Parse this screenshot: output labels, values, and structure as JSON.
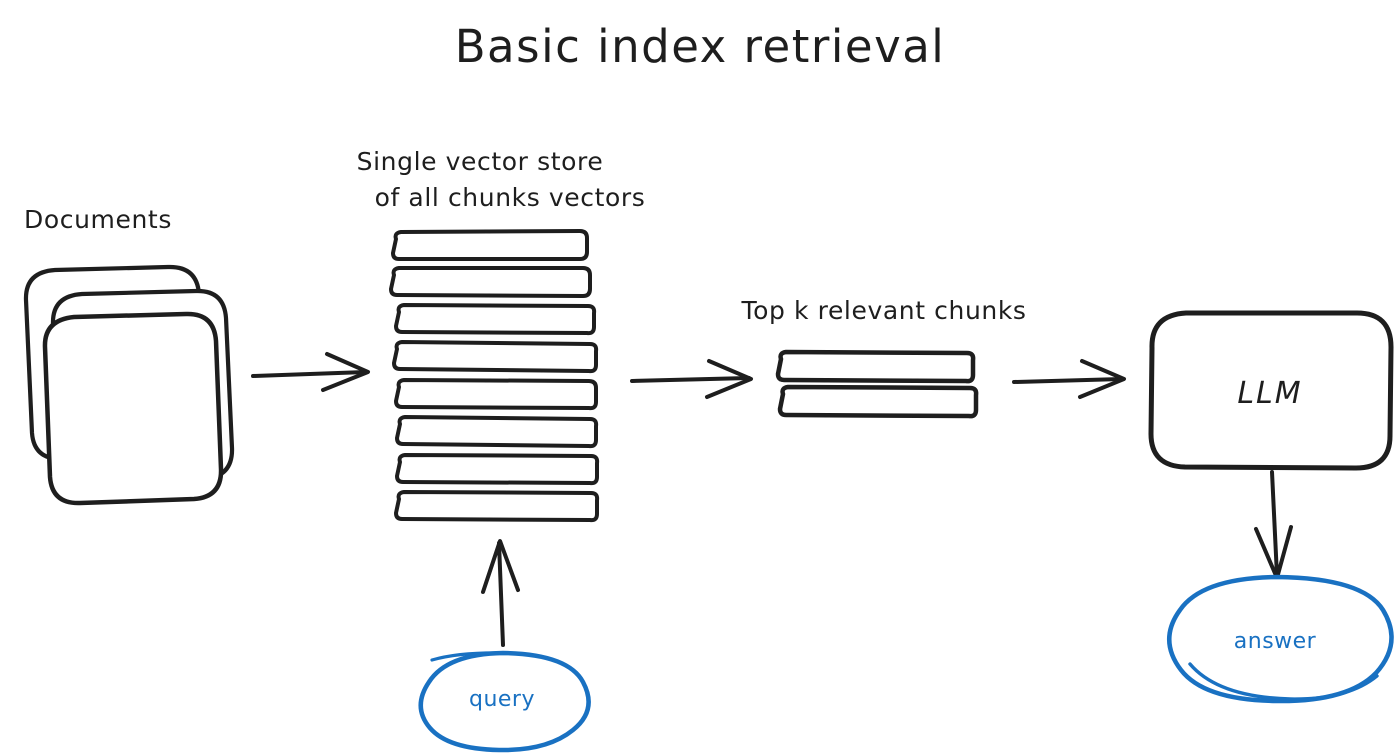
{
  "diagram": {
    "title": "Basic index retrieval",
    "background_color": "#ffffff",
    "ink_color": "#1e1e1e",
    "accent_color": "#1971c2",
    "style": "hand-drawn sketch"
  },
  "labels": {
    "documents": "Documents",
    "vector_store_line1": "Single vector store",
    "vector_store_line2": "of all chunks vectors",
    "top_k": "Top k relevant chunks"
  },
  "nodes": {
    "llm": "LLM",
    "query": "query",
    "answer": "answer"
  },
  "counts": {
    "documents_pages": 3,
    "vector_store_rows": 8,
    "top_k_rows": 2
  },
  "arrows": [
    {
      "name": "documents-to-store",
      "direction": "right"
    },
    {
      "name": "store-to-chunks",
      "direction": "right"
    },
    {
      "name": "chunks-to-llm",
      "direction": "right"
    },
    {
      "name": "query-to-store",
      "direction": "up"
    },
    {
      "name": "llm-to-answer",
      "direction": "down"
    }
  ]
}
